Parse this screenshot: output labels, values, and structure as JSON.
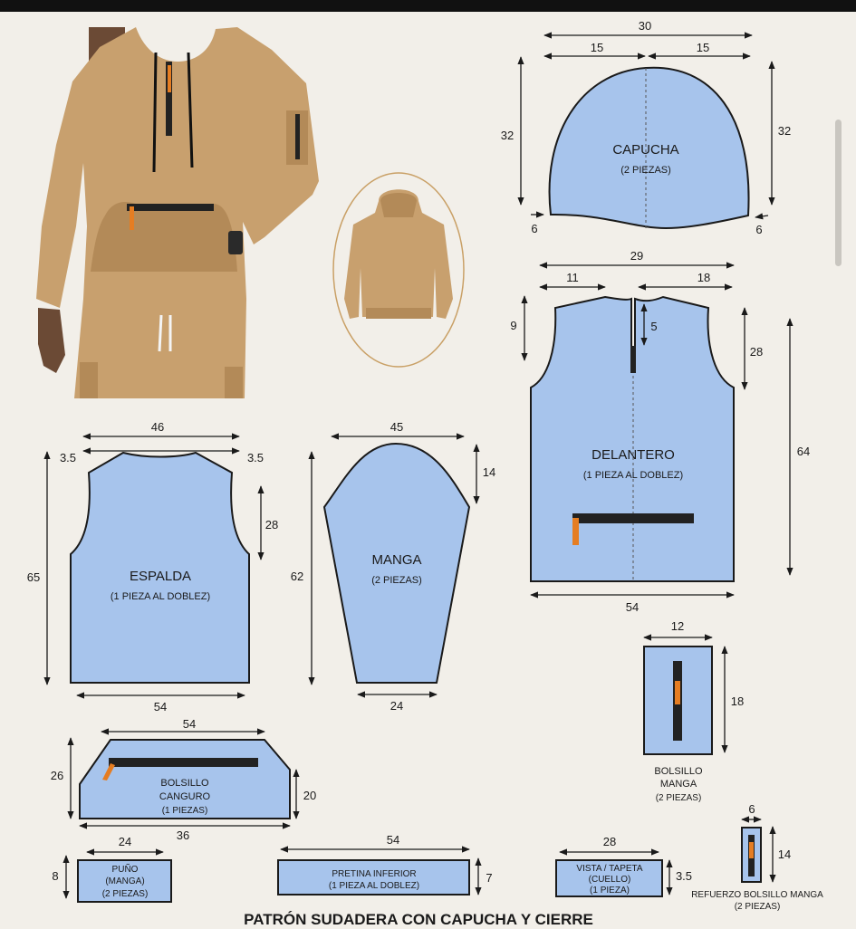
{
  "title": "PATRÓN SUDADERA CON CAPUCHA Y CIERRE",
  "colors": {
    "fabric": "#a7c4ec",
    "outline": "#1a1a1a",
    "zipper": "#222222",
    "zipper_pull": "#e57d22",
    "hoodie": "#c8a06e",
    "background": "#f2efe9"
  },
  "pieces": {
    "capucha": {
      "name": "CAPUCHA",
      "qty": "(2 PIEZAS)",
      "width": "30",
      "half_left": "15",
      "half_right": "15",
      "height_left": "32",
      "height_right": "32",
      "corner_left": "6",
      "corner_right": "6"
    },
    "delantero": {
      "name": "DELANTERO",
      "qty": "(1 PIEZA AL DOBLEZ)",
      "width_top": "29",
      "shoulder": "11",
      "neck_to_edge": "18",
      "neck_drop": "9",
      "zip_opening": "5",
      "armhole": "28",
      "height": "64",
      "width_bottom": "54"
    },
    "espalda": {
      "name": "ESPALDA",
      "qty": "(1 PIEZA AL DOBLEZ)",
      "width_top": "46",
      "shoulder_left": "3.5",
      "shoulder_right": "3.5",
      "armhole": "28",
      "height": "65",
      "width_bottom": "54"
    },
    "manga": {
      "name": "MANGA",
      "qty": "(2 PIEZAS)",
      "width_top": "45",
      "cap_height": "14",
      "length": "62",
      "cuff_width": "24"
    },
    "bolsillo_canguro": {
      "name_line1": "BOLSILLO",
      "name_line2": "CANGURO",
      "qty": "(1 PIEZAS)",
      "width_top": "54",
      "width_bottom": "36",
      "height_left": "26",
      "height_right": "20"
    },
    "bolsillo_manga": {
      "name_line1": "BOLSILLO",
      "name_line2": "MANGA",
      "qty": "(2 PIEZAS)",
      "width": "12",
      "height": "18"
    },
    "puno": {
      "name": "PUÑO",
      "sub": "(MANGA)",
      "qty": "(2 PIEZAS)",
      "width": "24",
      "height": "8"
    },
    "pretina": {
      "name": "PRETINA INFERIOR",
      "qty": "(1 PIEZA AL DOBLEZ)",
      "width": "54",
      "height": "7"
    },
    "vista": {
      "name": "VISTA / TAPETA",
      "sub": "(CUELLO)",
      "qty": "(1 PIEZA)",
      "width": "28",
      "height": "3.5"
    },
    "refuerzo": {
      "name": "REFUERZO BOLSILLO MANGA",
      "qty": "(2 PIEZAS)",
      "width": "6",
      "height": "14"
    }
  }
}
